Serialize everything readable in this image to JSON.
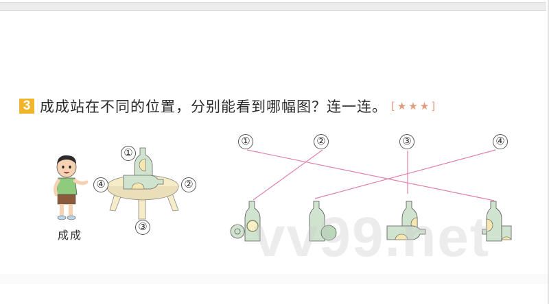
{
  "question": {
    "number": "3",
    "text": "成成站在不同的位置，分别能看到哪幅图？连一连。",
    "difficulty": "[★★★]"
  },
  "scene": {
    "character_name": "成成",
    "positions": [
      {
        "id": "pos-1",
        "label": "①"
      },
      {
        "id": "pos-2",
        "label": "②"
      },
      {
        "id": "pos-3",
        "label": "③"
      },
      {
        "id": "pos-4",
        "label": "④"
      }
    ]
  },
  "answer_labels": [
    "①",
    "②",
    "③",
    "④"
  ],
  "connections": [
    {
      "from": "①",
      "to_view": 4
    },
    {
      "from": "②",
      "to_view": 1
    },
    {
      "from": "③",
      "to_view": 3
    },
    {
      "from": "④",
      "to_view": 2
    }
  ],
  "colors": {
    "badge": "#f0b52a",
    "line": "#e07fb0",
    "bottle": "#cfe3cf",
    "table": "#f6ecc8",
    "stars": "#e29a7a"
  },
  "watermark": "vv99.net"
}
